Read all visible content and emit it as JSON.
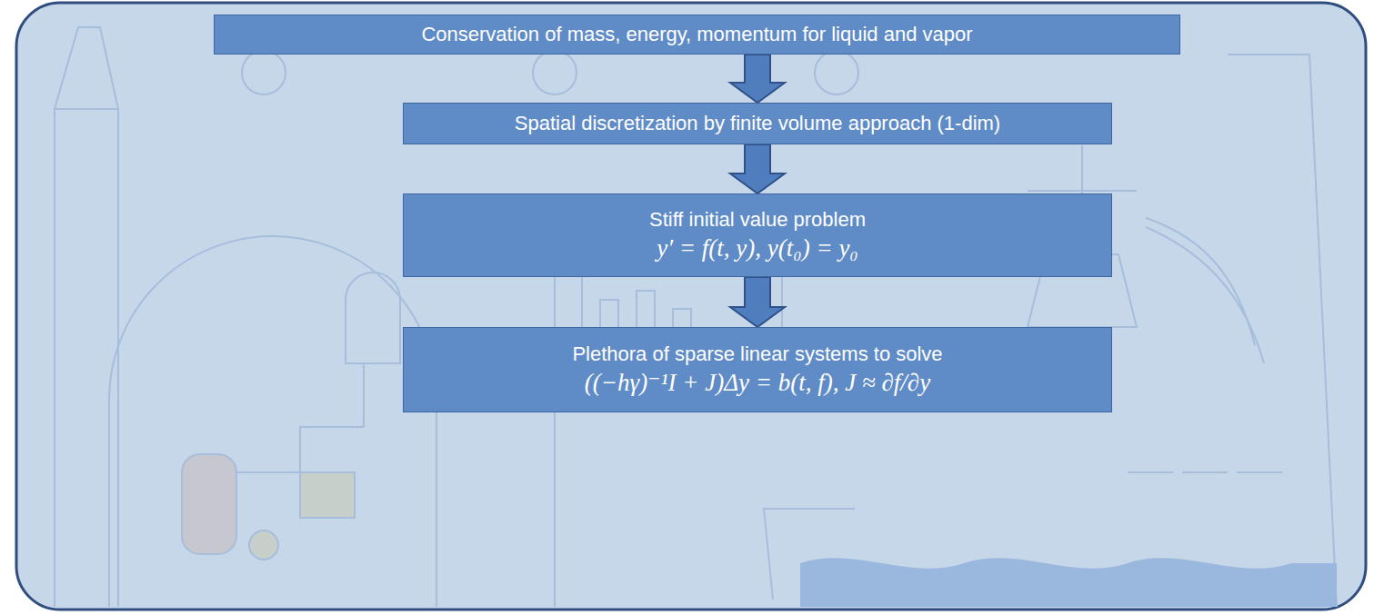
{
  "diagram": {
    "nodes": [
      {
        "text": [
          "Conservation of mass, energy, momentum for liquid and vapor"
        ]
      },
      {
        "text": [
          "Spatial discretization by finite volume approach (1-dim)"
        ]
      },
      {
        "text": [
          "Stiff initial value problem",
          "y′ = f(t, y),  y(t₀) = y₀"
        ]
      },
      {
        "text": [
          "Plethora of sparse linear systems to solve",
          "((−hγ)⁻¹I + J)Δy = b(t, f),  J ≈ ∂f/∂y"
        ]
      }
    ],
    "edges": [
      {
        "from": 0,
        "to": 1,
        "arrow": "to"
      },
      {
        "from": 1,
        "to": 2,
        "arrow": "to"
      },
      {
        "from": 2,
        "to": 3,
        "arrow": "to"
      }
    ]
  }
}
